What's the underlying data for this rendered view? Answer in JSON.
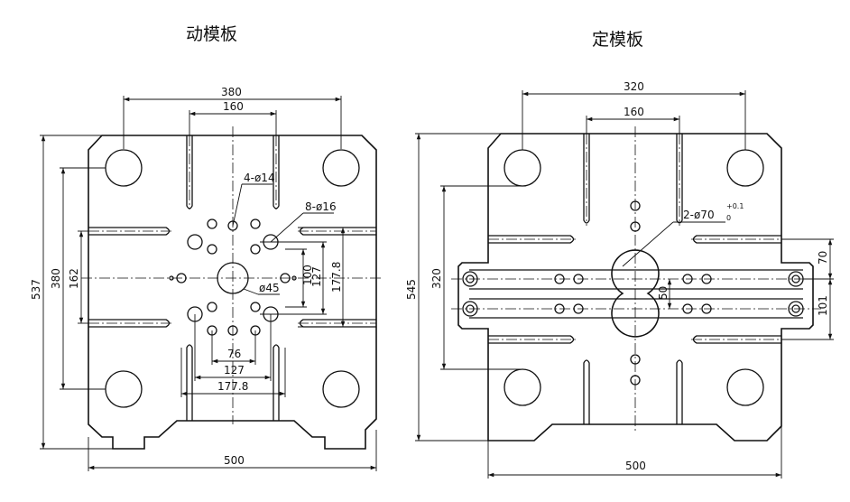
{
  "moving_plate": {
    "title": "动模板",
    "dims": {
      "top_outer": "380",
      "top_inner": "160",
      "bottom_width": "500",
      "left_total": "537",
      "left_outer": "380",
      "left_inner": "162",
      "right_100": "100",
      "right_127": "127",
      "right_177": "177.8",
      "bottom_76": "76",
      "bottom_127": "127",
      "bottom_177": "177.8"
    },
    "callouts": {
      "holes_small": "4-ø14",
      "holes_large": "8-ø16",
      "center_hole": "ø45"
    }
  },
  "fixed_plate": {
    "title": "定模板",
    "dims": {
      "top_outer": "320",
      "top_inner": "160",
      "bottom_width": "500",
      "left_total": "545",
      "left_inner": "320",
      "center_50": "50",
      "right_70": "70",
      "right_101": "101"
    },
    "callouts": {
      "center_holes": "2-ø70",
      "tol_upper": "+0.1",
      "tol_lower": "0"
    }
  }
}
